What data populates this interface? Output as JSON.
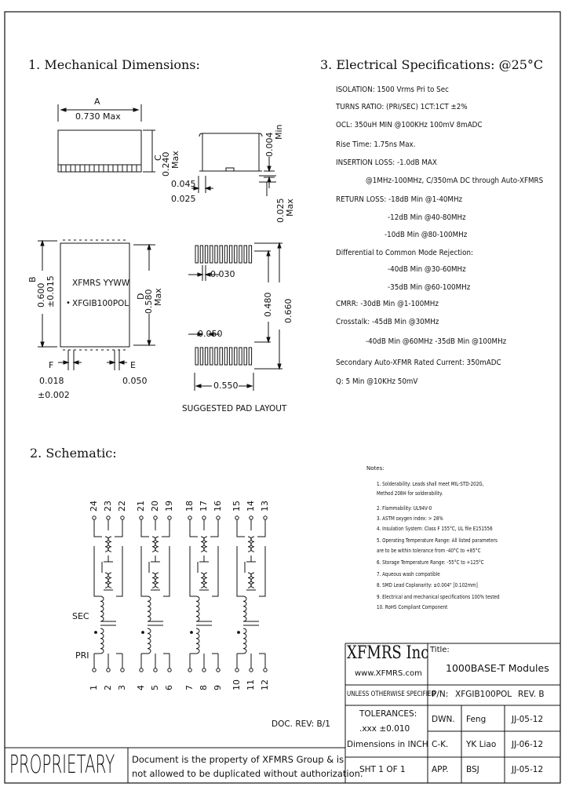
{
  "sections": {
    "mechanical": "1. Mechanical Dimensions:",
    "electrical": "3. Electrical Specifications: @25°C",
    "schematic": "2. Schematic:"
  },
  "mechanical": {
    "dim_a_letter": "A",
    "dim_a_value": "0.730 Max",
    "dim_c_letter": "C",
    "dim_c_value": "0.240",
    "dim_c_suffix": "Max",
    "dim_001_value": "0.004",
    "dim_001_suffix": "Min",
    "dim_045": "0.045",
    "dim_025": "0.025",
    "dim_0025_value": "0.025",
    "dim_0025_suffix": "Max",
    "dim_b_letter": "B",
    "dim_b_value": "0.600",
    "dim_b_tol": "±0.015",
    "dim_d_letter": "D",
    "dim_d_value": "0.580",
    "dim_d_suffix": "Max",
    "part_line1": "XFMRS YYWW",
    "part_line2": "XFGIB100POL",
    "pin1_marker": "•",
    "dim_f_letter": "F",
    "dim_f_value": "0.018",
    "dim_f_tol": "±0.002",
    "dim_e_letter": "E",
    "dim_e_value": "0.050",
    "pad_030": "0.030",
    "pad_050": "0.050",
    "pad_480": "0.480",
    "pad_660": "0.660",
    "pad_550": "0.550",
    "pad_caption": "SUGGESTED PAD LAYOUT"
  },
  "electrical": {
    "lines": [
      "ISOLATION: 1500 Vrms Pri to Sec",
      "TURNS RATIO: (PRI/SEC) 1CT:1CT ±2%",
      "OCL: 350uH MIN @100KHz 100mV 8mADC",
      "Rise Time: 1.75ns Max.",
      "INSERTION LOSS: -1.0dB MAX",
      "@1MHz-100MHz, C/350mA DC through Auto-XFMRS",
      "RETURN LOSS: -18dB Min @1-40MHz",
      "-12dB Min @40-80MHz",
      "-10dB Min @80-100MHz",
      "Differential to Common Mode Rejection:",
      "-40dB Min @30-60MHz",
      "-35dB Min @60-100MHz",
      "CMRR: -30dB Min @1-100MHz",
      "Crosstalk: -45dB Min @30MHz",
      "-40dB Min @60MHz -35dB Min @100MHz",
      "Secondary Auto-XFMR Rated Current: 350mADC",
      "Q: 5 Min @10KHz 50mV"
    ]
  },
  "notes": {
    "title": "Notes:",
    "items": [
      "1. Solderability: Leads shall meet MIL-STD-202G,",
      "    Method 208H for solderability.",
      "2. Flammability: UL94V-0",
      "3. ASTM oxygen index: > 28%",
      "4. Insulation System: Class F 155°C, UL file E151556",
      "5. Operating Temperature Range: All listed parameters",
      "    are to be within tolerance from -40°C to +85°C",
      "6. Storage Temperature Range: -55°C to +125°C",
      "7. Aqueous wash compatible",
      "8. SMD Lead Coplanarity: ±0.004\" [0.102mm]",
      "9. Electrical and mechanical specifications 100% tested",
      "10. RoHS Compliant Component"
    ]
  },
  "schematic": {
    "top_pins": [
      "24",
      "23",
      "22",
      "21",
      "20",
      "19",
      "18",
      "17",
      "16",
      "15",
      "14",
      "13"
    ],
    "bottom_pins": [
      "1",
      "2",
      "3",
      "4",
      "5",
      "6",
      "7",
      "8",
      "9",
      "10",
      "11",
      "12"
    ],
    "sec_label": "SEC",
    "pri_label": "PRI"
  },
  "title_block": {
    "company": "XFMRS Inc",
    "website": "www.XFMRS.com",
    "title_label": "Title:",
    "title_value": "1000BASE-T Modules",
    "unless_specified": "UNLESS OTHERWISE SPECIFIED",
    "pn_label": "P/N:",
    "pn_value": "XFGIB100POL",
    "rev_label": "REV. B",
    "tolerances": "TOLERANCES:",
    "tol_value": ".xxx ±0.010",
    "dimensions": "Dimensions in INCH",
    "dwn_label": "DWN.",
    "dwn_name": "Feng",
    "dwn_date": "JJ-05-12",
    "chk_label": "C-K.",
    "chk_name": "YK Liao",
    "chk_date": "JJ-06-12",
    "app_label": "APP.",
    "app_name": "BSJ",
    "app_date": "JJ-05-12",
    "sheet": "SHT 1 OF 1",
    "doc_rev": "DOC. REV: B/1",
    "proprietary": "PROPRIETARY",
    "prop_line1": "Document is the property of XFMRS Group & is",
    "prop_line2": "not allowed to be duplicated without authorization."
  }
}
